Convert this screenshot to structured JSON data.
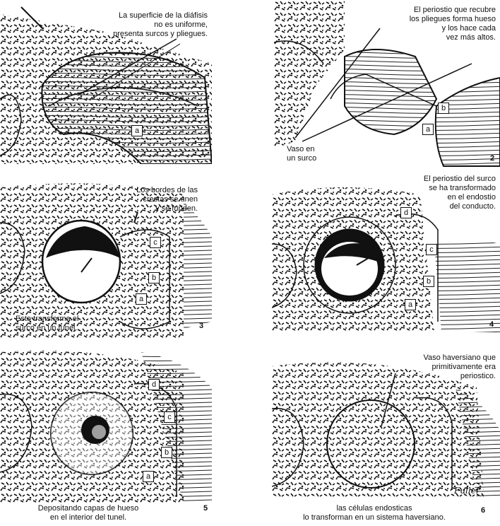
{
  "panels": [
    {
      "number": "1",
      "caption": [
        "La superficie de la diáfisis",
        "no es uniforme,",
        "presenta surcos y pliegues."
      ],
      "labels": [
        "a"
      ]
    },
    {
      "number": "2",
      "caption": [
        "El periostio que recubre",
        "los pliegues forma hueso",
        "y los hace cada",
        "vez más altos."
      ],
      "caption2": [
        "Vaso en",
        "un surco"
      ],
      "labels": [
        "a",
        "b"
      ]
    },
    {
      "number": "3",
      "caption": [
        "Los bordes de las",
        "crestas se unen",
        "y se funden."
      ],
      "caption2": [
        "Esto transforma el",
        "surco en un tunel."
      ],
      "labels": [
        "c",
        "b",
        "a"
      ]
    },
    {
      "number": "4",
      "caption": [
        "El periostio del surco",
        "se ha transformado",
        "en el endostio",
        "del conducto."
      ],
      "labels": [
        "d",
        "c",
        "b",
        "a"
      ]
    },
    {
      "number": "5",
      "caption": [
        "Depositando capas de hueso",
        "en el interior del tunel."
      ],
      "labels": [
        "d",
        "c",
        "b",
        "a"
      ]
    },
    {
      "number": "6",
      "caption": [
        "Vaso haversiano que",
        "primitivamente era",
        "periostico."
      ],
      "caption2": [
        "las células endosticas",
        "lo transforman en un sistema haversiano."
      ],
      "signature": "Fuller"
    }
  ]
}
